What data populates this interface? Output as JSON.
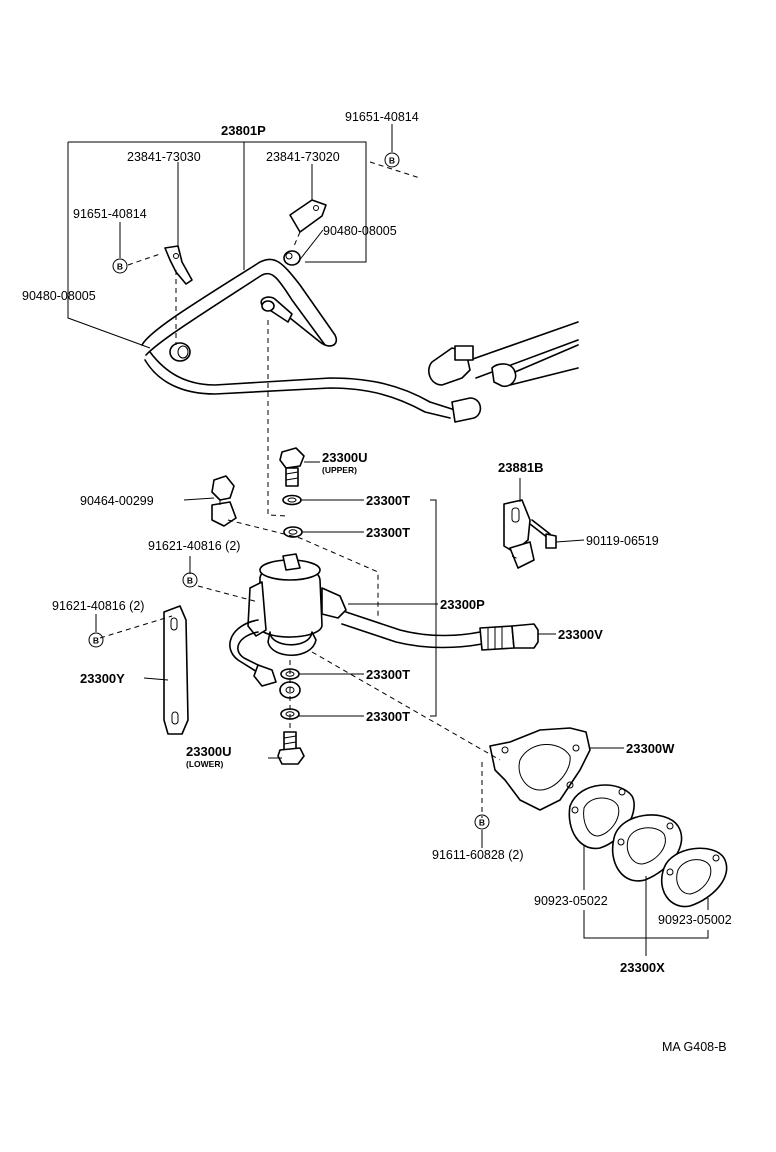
{
  "labels": {
    "p23801P": "23801P",
    "p91651_top": "91651-40814",
    "p23841_73030": "23841-73030",
    "p23841_73020": "23841-73020",
    "p91651_left": "91651-40814",
    "p90480_right": "90480-08005",
    "p90480_left": "90480-08005",
    "p23300U_upper": "23300U",
    "p23300U_upper_note": "(UPPER)",
    "p23881B": "23881B",
    "p90464": "90464-00299",
    "p23300T_1": "23300T",
    "p23300T_2": "23300T",
    "p90119": "90119-06519",
    "p91621_a": "91621-40816 (2)",
    "p91621_b": "91621-40816 (2)",
    "p23300P": "23300P",
    "p23300V": "23300V",
    "p23300T_3": "23300T",
    "p23300Y": "23300Y",
    "p23300T_4": "23300T",
    "p23300U_lower": "23300U",
    "p23300U_lower_note": "(LOWER)",
    "p23300W": "23300W",
    "p91611": "91611-60828 (2)",
    "p90923_05022": "90923-05022",
    "p90923_05002": "90923-05002",
    "p23300X": "23300X",
    "bolt_marker": "B"
  },
  "footer_code": "MA  G408-B"
}
